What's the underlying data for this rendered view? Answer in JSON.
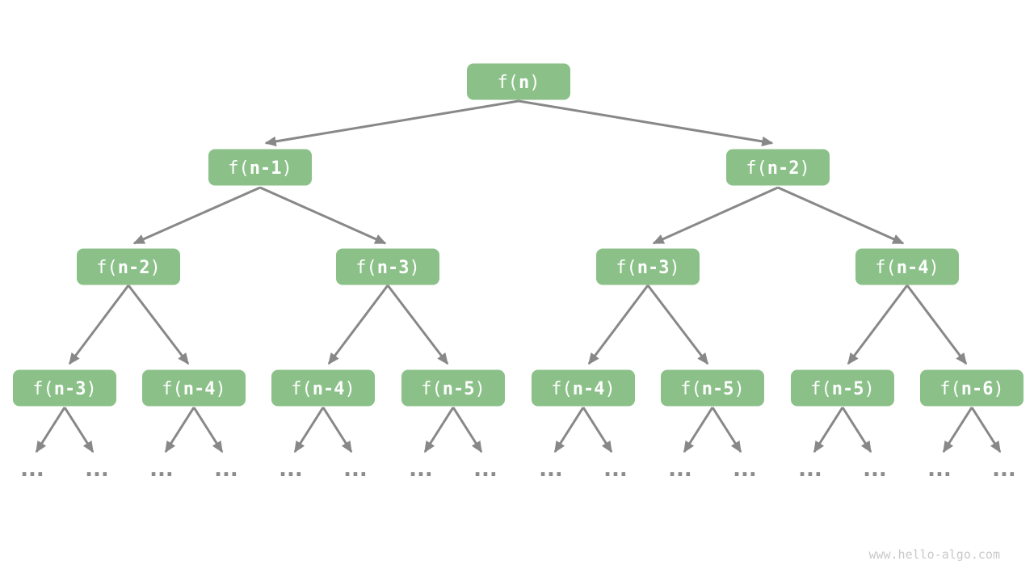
{
  "title": "recursion-tree-of-fibonacci-f(n)",
  "watermark": "www.hello-algo.com",
  "ellipsis_label": "...",
  "colors": {
    "background": "#ffffff",
    "node_fill": "#8bc189",
    "node_text": "#ffffff",
    "edge": "#888888",
    "ellipsis": "#8c8c8c",
    "watermark": "#c9c9c9"
  },
  "nodes": [
    {
      "level": 0,
      "label": "f(n)",
      "prefix": "f(",
      "arg": "n",
      "suffix": ")"
    },
    {
      "level": 1,
      "label": "f(n-1)",
      "prefix": "f(",
      "arg": "n-1",
      "suffix": ")"
    },
    {
      "level": 1,
      "label": "f(n-2)",
      "prefix": "f(",
      "arg": "n-2",
      "suffix": ")"
    },
    {
      "level": 2,
      "label": "f(n-2)",
      "prefix": "f(",
      "arg": "n-2",
      "suffix": ")"
    },
    {
      "level": 2,
      "label": "f(n-3)",
      "prefix": "f(",
      "arg": "n-3",
      "suffix": ")"
    },
    {
      "level": 2,
      "label": "f(n-3)",
      "prefix": "f(",
      "arg": "n-3",
      "suffix": ")"
    },
    {
      "level": 2,
      "label": "f(n-4)",
      "prefix": "f(",
      "arg": "n-4",
      "suffix": ")"
    },
    {
      "level": 3,
      "label": "f(n-3)",
      "prefix": "f(",
      "arg": "n-3",
      "suffix": ")"
    },
    {
      "level": 3,
      "label": "f(n-4)",
      "prefix": "f(",
      "arg": "n-4",
      "suffix": ")"
    },
    {
      "level": 3,
      "label": "f(n-4)",
      "prefix": "f(",
      "arg": "n-4",
      "suffix": ")"
    },
    {
      "level": 3,
      "label": "f(n-5)",
      "prefix": "f(",
      "arg": "n-5",
      "suffix": ")"
    },
    {
      "level": 3,
      "label": "f(n-4)",
      "prefix": "f(",
      "arg": "n-4",
      "suffix": ")"
    },
    {
      "level": 3,
      "label": "f(n-5)",
      "prefix": "f(",
      "arg": "n-5",
      "suffix": ")"
    },
    {
      "level": 3,
      "label": "f(n-5)",
      "prefix": "f(",
      "arg": "n-5",
      "suffix": ")"
    },
    {
      "level": 3,
      "label": "f(n-6)",
      "prefix": "f(",
      "arg": "n-6",
      "suffix": ")"
    }
  ],
  "edges": [
    [
      0,
      1
    ],
    [
      0,
      2
    ],
    [
      1,
      3
    ],
    [
      1,
      4
    ],
    [
      2,
      5
    ],
    [
      2,
      6
    ],
    [
      3,
      7
    ],
    [
      3,
      8
    ],
    [
      4,
      9
    ],
    [
      4,
      10
    ],
    [
      5,
      11
    ],
    [
      5,
      12
    ],
    [
      6,
      13
    ],
    [
      6,
      14
    ]
  ],
  "ellipsis_count": 16
}
